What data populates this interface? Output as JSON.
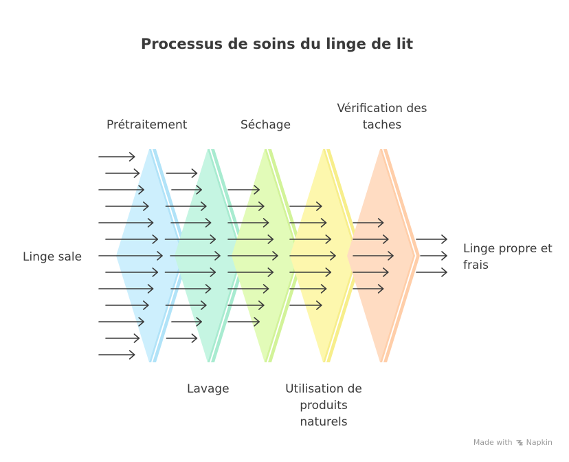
{
  "title": "Processus de soins du linge de lit",
  "input_label": "Linge sale",
  "output_label": "Linge propre et frais",
  "steps": [
    {
      "label": "Prétraitement",
      "color": "#cdeffd",
      "edge": "#a9e0f7"
    },
    {
      "label": "Lavage",
      "color": "#c5f5e2",
      "edge": "#9fe9cb"
    },
    {
      "label": "Séchage",
      "color": "#e2fbb8",
      "edge": "#cdf28e"
    },
    {
      "label": "Vérification des taches",
      "color": "#fdf7ad",
      "edge": "#f6ec7e"
    },
    {
      "label": "Utilisation de produits naturels",
      "color": "#ffdcc2",
      "edge": "#ffc9a0"
    }
  ],
  "footer": {
    "made_with": "Made with",
    "brand": "Napkin"
  }
}
